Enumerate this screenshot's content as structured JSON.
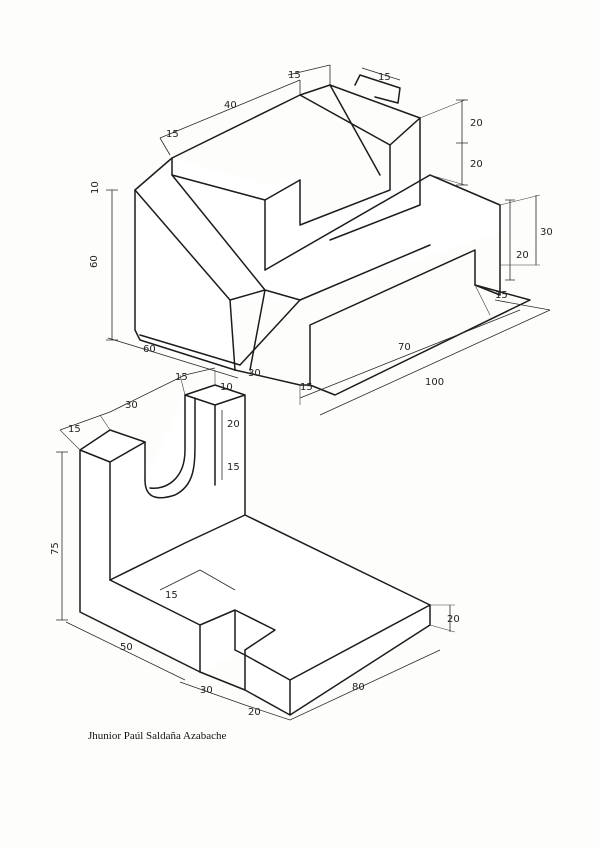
{
  "author": "Jhunior Paúl Saldaña Azabache",
  "upper": {
    "dim_60_vertical": "60",
    "dim_10": "10",
    "dim_60_horizontal": "60",
    "dim_15_left": "15",
    "dim_40": "40",
    "dim_15_top": "15",
    "dim_15_tab": "15",
    "dim_20_a": "20",
    "dim_20_b": "20",
    "dim_30": "30",
    "dim_20_c": "20",
    "dim_15_right": "15",
    "dim_70": "70",
    "dim_100": "100",
    "dim_15_base": "15",
    "dim_30_base": "30"
  },
  "lower": {
    "dim_75": "75",
    "dim_15_left": "15",
    "dim_30_top": "30",
    "dim_15_top": "15",
    "dim_10": "10",
    "dim_20_slot": "20",
    "dim_15_slot": "15",
    "dim_15_notch": "15",
    "dim_50": "50",
    "dim_30_bottom": "30",
    "dim_20_bottom": "20",
    "dim_80": "80",
    "dim_20_right": "20"
  }
}
